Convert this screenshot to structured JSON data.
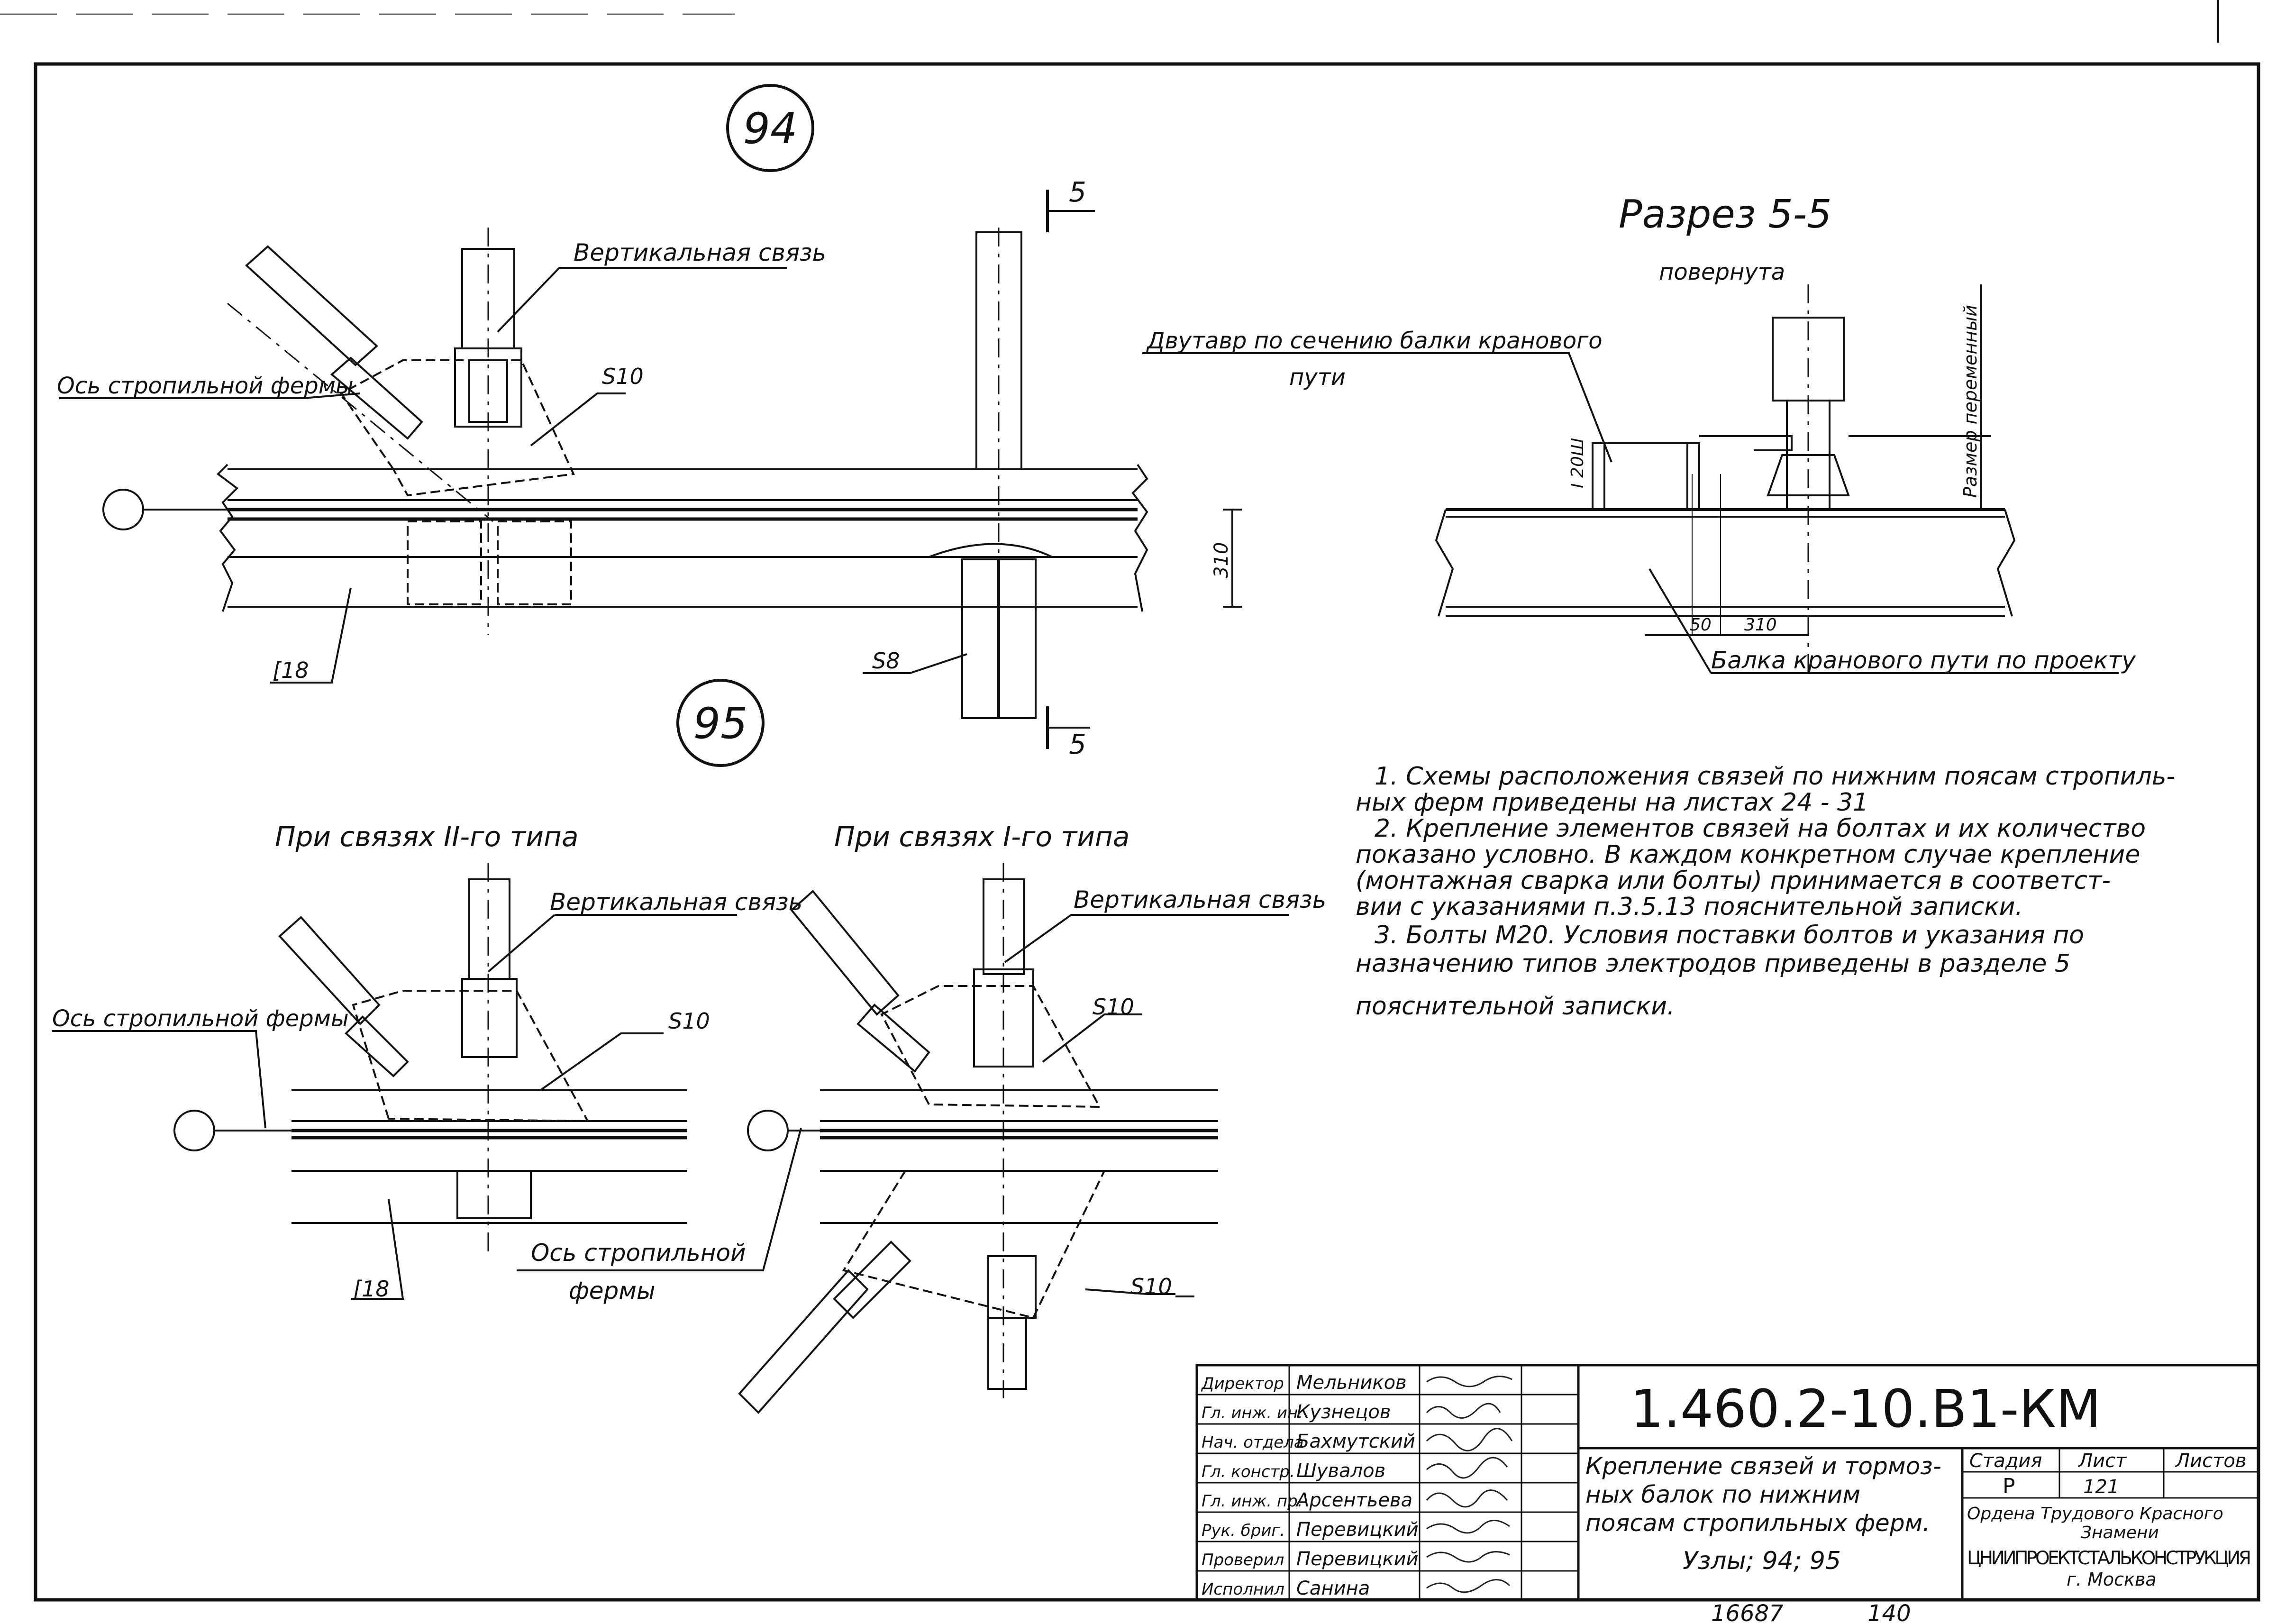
{
  "node_labels": {
    "node94": "94",
    "node95": "95"
  },
  "section_marks": {
    "top": "5",
    "bottom": "5"
  },
  "detail94": {
    "vertical_brace": "Вертикальная связь",
    "truss_axis": "Ось стропильной фермы",
    "plate": "S10",
    "channel": "[18",
    "plate_s8": "S8",
    "dim_310": "310"
  },
  "section55": {
    "title": "Разрез 5-5",
    "subtitle": "повернута",
    "ibeam_label_line1": "Двутавр по сечению балки кранового",
    "ibeam_label_line2": "пути",
    "ibeam_size": "I 20Ш",
    "var_size": "Размер переменный",
    "dim_50": "50",
    "dim_310": "310",
    "crane_beam": "Балка кранового пути по проекту"
  },
  "type2": {
    "title": "При связях II-го типа",
    "vertical_brace": "Вертикальная связь",
    "truss_axis": "Ось стропильной фермы",
    "plate": "S10",
    "channel": "[18"
  },
  "type1": {
    "title": "При связях I-го типа",
    "vertical_brace": "Вертикальная связь",
    "plate_top": "S10",
    "plate_bottom": "S10",
    "truss_axis_line1": "Ось стропильной",
    "truss_axis_line2": "фермы"
  },
  "notes": [
    "1. Схемы расположения связей по нижним поясам стропиль-",
    "ных ферм приведены на листах 24 - 31",
    "2. Крепление элементов связей на болтах и их количество",
    "показано условно. В каждом конкретном случае крепление",
    "(монтажная сварка или болты) принимается в соответст-",
    "вии с указаниями п.3.5.13 пояснительной записки.",
    "3. Болты М20. Условия поставки болтов и указания по",
    "назначению типов электродов приведены в разделе 5",
    "пояснительной записки."
  ],
  "title_block": {
    "roles": [
      "Директор",
      "Гл. инж. ин.",
      "Нач. отдела",
      "Гл. констр.",
      "Гл. инж. пр.",
      "Рук. бриг.",
      "Проверил",
      "Исполнил"
    ],
    "names": [
      "Мельников",
      "Кузнецов",
      "Бахмутский",
      "Шувалов",
      "Арсентьева",
      "Перевицкий",
      "Перевицкий",
      "Санина"
    ],
    "code": "1.460.2-10.В1-КМ",
    "description": [
      "Крепление связей и тормоз-",
      "ных балок по нижним",
      "поясам стропильных ферм."
    ],
    "nodes": "Узлы; 94; 95",
    "stage_header": "Стадия",
    "sheet_header": "Лист",
    "sheets_header": "Листов",
    "stage": "Р",
    "sheet": "121",
    "org_line1": "Ордена Трудового Красного",
    "org_line2": "Знамени",
    "org_name": "ЦНИИПРОЕКТСТАЛЬКОНСТРУКЦИЯ",
    "org_city": "г. Москва"
  },
  "footer": {
    "inventory": "16687",
    "page": "140"
  }
}
